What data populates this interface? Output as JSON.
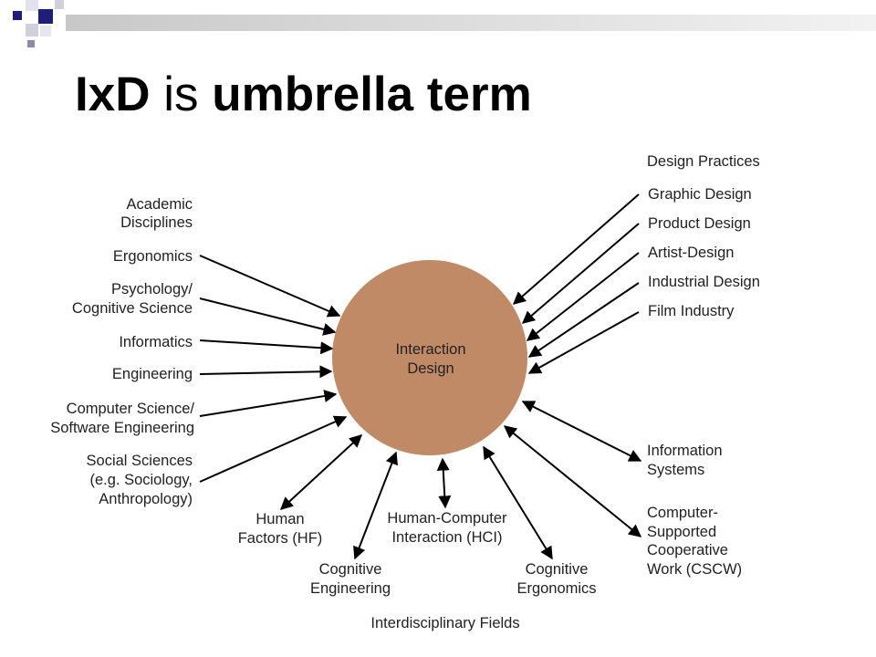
{
  "slide": {
    "title_part1": "IxD",
    "title_part2": " is ",
    "title_part3": "umbrella term",
    "accent_color": "#1f1f7a",
    "deco_gray": "#c0c0c0"
  },
  "diagram": {
    "center": {
      "line1": "Interaction",
      "line2": "Design",
      "fill_color": "#c08a66"
    },
    "academic": {
      "heading_line1": "Academic",
      "heading_line2": "Disciplines",
      "items": [
        {
          "line1": "Ergonomics"
        },
        {
          "line1": "Psychology/",
          "line2": "Cognitive Science"
        },
        {
          "line1": "Informatics"
        },
        {
          "line1": "Engineering"
        },
        {
          "line1": "Computer Science/",
          "line2": "Software Engineering"
        },
        {
          "line1": "Social Sciences",
          "line2": "(e.g. Sociology,",
          "line3": "Anthropology)"
        }
      ]
    },
    "practices": {
      "heading": "Design Practices",
      "items": [
        "Graphic Design",
        "Product Design",
        "Artist-Design",
        "Industrial Design",
        "Film Industry"
      ]
    },
    "interdisciplinary": {
      "heading": "Interdisciplinary Fields",
      "items": [
        {
          "line1": "Human",
          "line2": "Factors (HF)"
        },
        {
          "line1": "Cognitive",
          "line2": "Engineering"
        },
        {
          "line1": "Human-Computer",
          "line2": "Interaction (HCI)"
        },
        {
          "line1": "Cognitive",
          "line2": "Ergonomics"
        },
        {
          "line1": "Information",
          "line2": "Systems"
        },
        {
          "line1": "Computer-",
          "line2": "Supported",
          "line3": "Cooperative",
          "line4": "Work (CSCW)"
        }
      ]
    }
  }
}
